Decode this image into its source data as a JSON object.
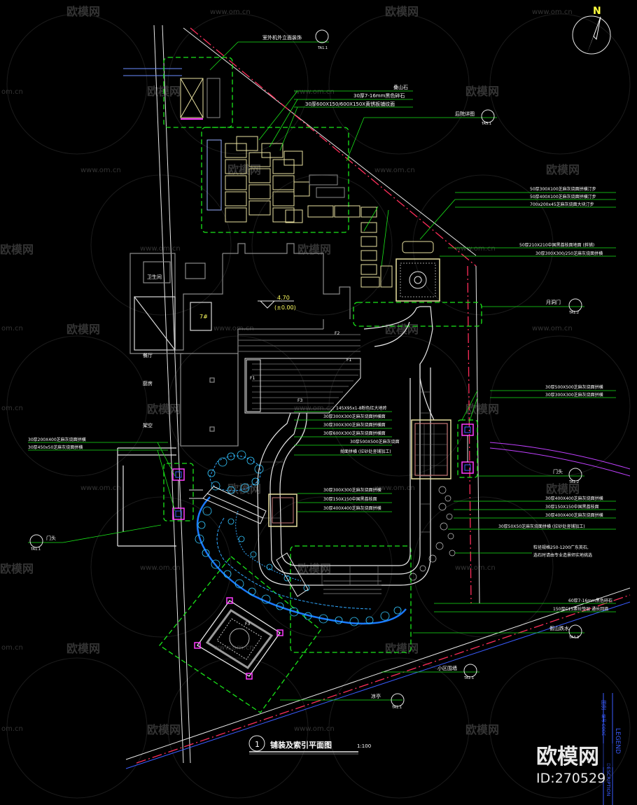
{
  "colors": {
    "background": "#000000",
    "green_dash": "#19e619",
    "boundary": "#ff2d5a",
    "leader": "#19e619",
    "wall": "#8a8a8a",
    "paving": "#e8e0a0",
    "water": "#2fa8ff",
    "bluewall": "#3a5cff",
    "magenta": "#ff3cff",
    "watermark": "#3a3a3a"
  },
  "north": {
    "label": "N"
  },
  "labels_top": {
    "facade_sign": "室外机外立面装饰",
    "facade_ref": "TA1.1",
    "rock": "叠山石",
    "gravel": "30厚7-16mm黑色碎石",
    "sandstone": "30厚600X150/600X150X黄锈板铺纹面",
    "backyard": "后院详图",
    "backyard_ref": "TA5.1"
  },
  "labels_right": [
    "50厚300X100芝麻灰烧面拼横汀步",
    "50厚400X100芝麻灰烧面拼横汀步",
    "700x200x45芝麻灰烧面大块汀步",
    "50厚210X210中国黑荔枝面地面 (斜铺)",
    "30厚300X300/250芝麻灰烧面拼横"
  ],
  "moon_gate": {
    "label": "月洞门",
    "ref": "TA1.2"
  },
  "labels_right_mid": [
    "30厚500X500芝麻灰烧面拼横",
    "30厚300X300芝麻灰烧面拼横"
  ],
  "gate_right": {
    "label": "门头",
    "ref": "TA1.2"
  },
  "labels_right_low": [
    "30厚400X400芝麻灰烧面拼横",
    "30厚150X150中国黑荔枝面",
    "30厚400X400芝麻灰烧面拼横",
    "30厚50X50芝麻灰烧面拼横 (拉砂处竖铺加工)"
  ],
  "pebble_note": [
    "粒径规格250-1200广东英石,",
    "选石时请由专业造景师实地挑选"
  ],
  "gravel_note": [
    "60厚7-16mm黑色碎石",
    "150厚C15素砼垫层 通长回填"
  ],
  "rockery_feature": {
    "label": "假山跌水",
    "ref": "TA4.3"
  },
  "community_wall": {
    "label": "小区围墙",
    "ref": "TA1.1"
  },
  "pavilion": {
    "label": "凉亭",
    "ref": "TA1.1"
  },
  "labels_left": [
    "30厚200X400芝麻灰烧面拼横",
    "30厚450x50芝麻灰烧面拼横"
  ],
  "gate_left": {
    "label": "门头",
    "ref": "TA1.1"
  },
  "labels_center": [
    "145X95x1-8粉色红大地砖",
    "30厚300X300芝麻灰烧面拼横面",
    "30厚300X300芝麻灰烧面拼横面",
    "30厚600X300芝麻灰烧面拼横面",
    "30厚500X500芝麻灰烧面",
    "抛面拼横 (拉砂处竖铺加工)"
  ],
  "labels_center_low": [
    "30厚300X300芝麻灰烧面拼横",
    "30厚150X150中国黑荔枝面",
    "30厚400X400芝麻灰烧面拼横"
  ],
  "elevation": {
    "value": "4.70",
    "sub": "(±0.00)"
  },
  "rooms": {
    "bath": "卫生间",
    "dining": "餐厅",
    "kitchen": "厨房",
    "void": "架空",
    "stairs": "7#"
  },
  "markers": [
    "F2",
    "F1",
    "F3",
    "F1",
    "F3"
  ],
  "drawing_title": {
    "number": "1",
    "title": "铺装及索引平面图",
    "scale": "1:100"
  },
  "legend": {
    "title": "图例",
    "code": "编号 CODE",
    "en": "LEGEND",
    "desc": "DESCRIPTION"
  },
  "watermark": {
    "brand": "欧模网",
    "url": "www.om.cn",
    "url_short": "om.cn",
    "id": "ID:270529"
  }
}
